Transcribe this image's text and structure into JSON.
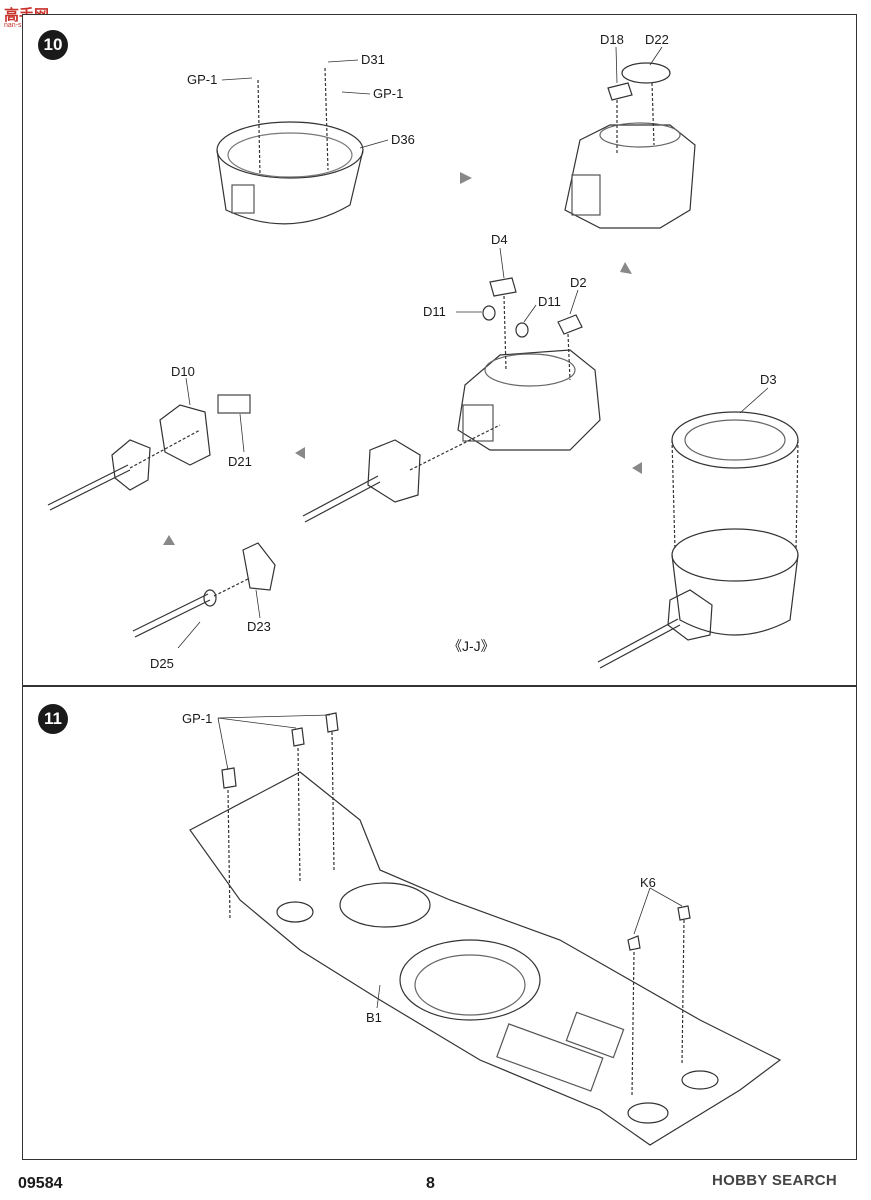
{
  "watermark": {
    "logo": "高手网",
    "url": "nan-shop.com"
  },
  "steps": {
    "step10": "10",
    "step11": "11"
  },
  "labels": {
    "gp1_a": "GP-1",
    "d31": "D31",
    "gp1_b": "GP-1",
    "d36": "D36",
    "d18": "D18",
    "d22": "D22",
    "d4": "D4",
    "d11_a": "D11",
    "d11_b": "D11",
    "d2": "D2",
    "d10": "D10",
    "d21": "D21",
    "d3": "D3",
    "d23": "D23",
    "d25": "D25",
    "section": "《J-J》",
    "gp1_c": "GP-1",
    "k6": "K6",
    "b1": "B1"
  },
  "footer": {
    "code": "09584",
    "page": "8",
    "brand": "HOBBY SEARCH"
  }
}
